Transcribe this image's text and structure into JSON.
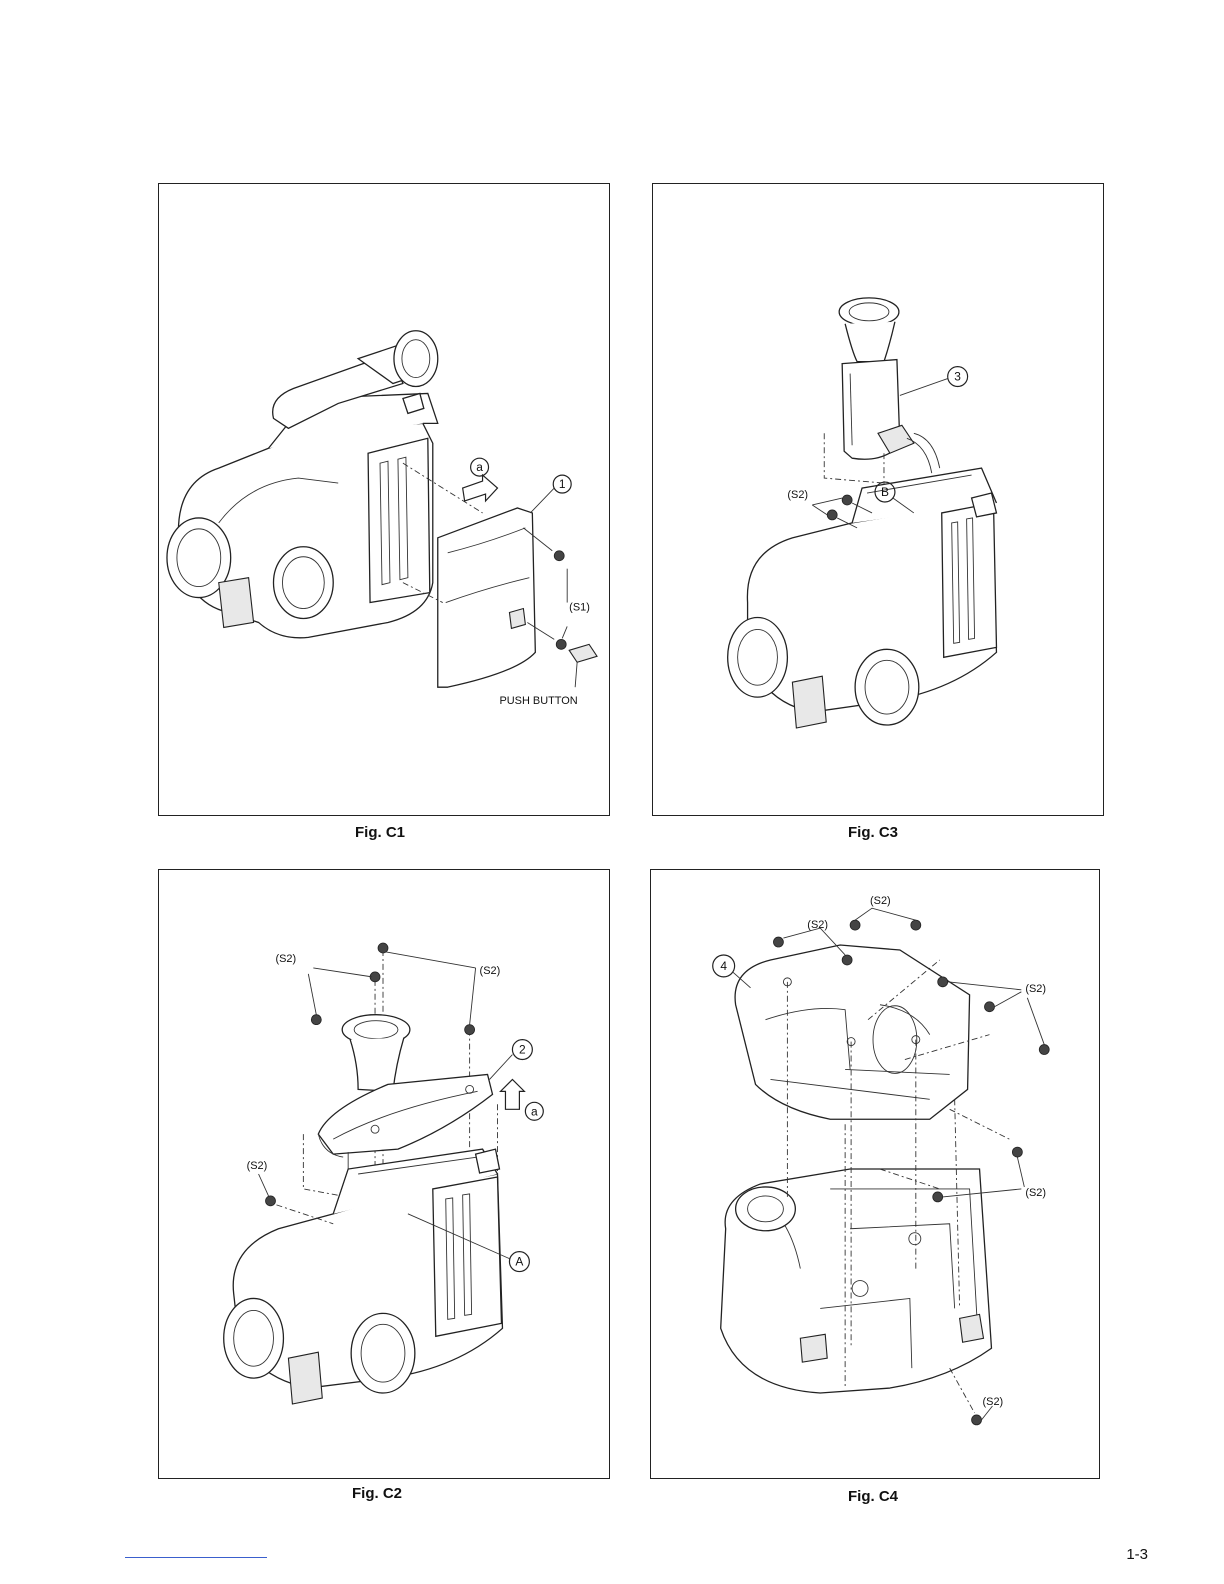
{
  "figures": {
    "c1": {
      "caption": "Fig. C1",
      "callouts": {
        "part": "1",
        "direction": "a"
      },
      "labels": {
        "screws": "(S1)",
        "push_button": "PUSH BUTTON"
      }
    },
    "c3": {
      "caption": "Fig. C3",
      "callouts": {
        "part": "3",
        "connector": "B"
      },
      "labels": {
        "screws": "(S2)"
      }
    },
    "c2": {
      "caption": "Fig. C2",
      "callouts": {
        "part": "2",
        "direction": "a",
        "connector": "A"
      },
      "labels": {
        "screws_left_top": "(S2)",
        "screws_right_top": "(S2)",
        "screws_left": "(S2)"
      }
    },
    "c4": {
      "caption": "Fig. C4",
      "callouts": {
        "part": "4"
      },
      "labels": {
        "screws_top": "(S2)",
        "screws_top_left": "(S2)",
        "screws_right_upper": "(S2)",
        "screws_right_lower": "(S2)",
        "screws_bottom": "(S2)"
      }
    }
  },
  "page_number": "1-3"
}
